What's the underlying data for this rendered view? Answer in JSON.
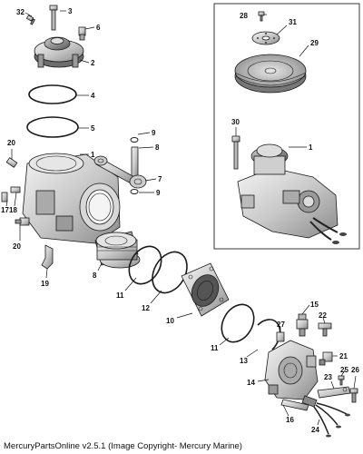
{
  "callouts": {
    "c1a": "1",
    "c1b": "1",
    "c2": "2",
    "c3": "3",
    "c4": "4",
    "c5": "5",
    "c6": "6",
    "c7": "7",
    "c8": "8",
    "c8b": "8",
    "c9a": "9",
    "c9b": "9",
    "c10": "10",
    "c11a": "11",
    "c11b": "11",
    "c12": "12",
    "c13": "13",
    "c14": "14",
    "c15": "15",
    "c16": "16",
    "c17": "17",
    "c18": "18",
    "c19": "19",
    "c20a": "20",
    "c20b": "20",
    "c21": "21",
    "c22": "22",
    "c23": "23",
    "c24": "24",
    "c25": "25",
    "c26": "26",
    "c27": "27",
    "c28": "28",
    "c29": "29",
    "c30": "30",
    "c31": "31",
    "c32": "32"
  },
  "caption": "MercuryPartsOnline v2.5.1 (Image Copyright- Mercury Marine)"
}
